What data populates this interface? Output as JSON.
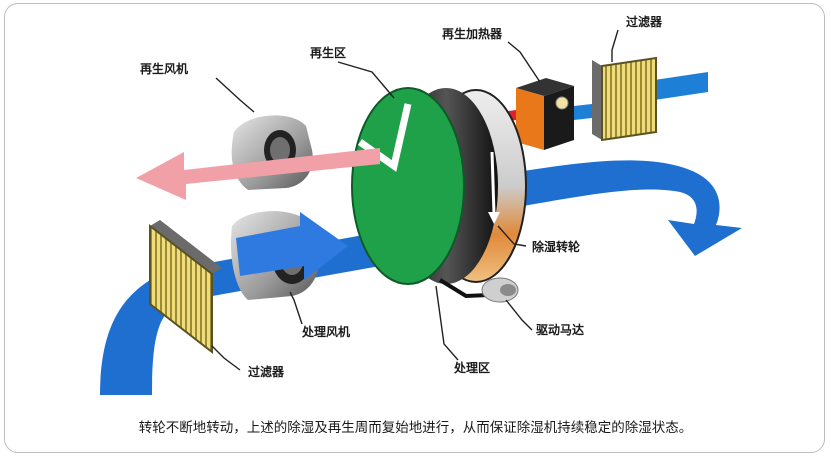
{
  "labels": {
    "regen_fan": "再生风机",
    "regen_zone": "再生区",
    "regen_heater": "再生加热器",
    "filter_top": "过滤器",
    "rotor": "除湿转轮",
    "process_fan": "处理风机",
    "drive_motor": "驱动马达",
    "process_zone": "处理区",
    "filter_bottom": "过滤器"
  },
  "caption": "转轮不断地转动，上述的除湿及再生周而复始地进行，从而保证除湿机持续稳定的除湿状态。",
  "colors": {
    "process_air": "#1f6fd1",
    "regen_air_in": "#1e7fd6",
    "hot_air": "#e0202a",
    "exhaust_air": "#f2a0a8",
    "rotor_face": "#1fa14a",
    "rotor_rim": "#222222",
    "rotor_edge_warm": "#e08a3a",
    "heater_body": "#e8781a",
    "filter_mesh": "#e8d060"
  },
  "icons": [
    "filter-icon",
    "fan-icon",
    "heater-icon",
    "rotor-icon",
    "motor-icon"
  ]
}
